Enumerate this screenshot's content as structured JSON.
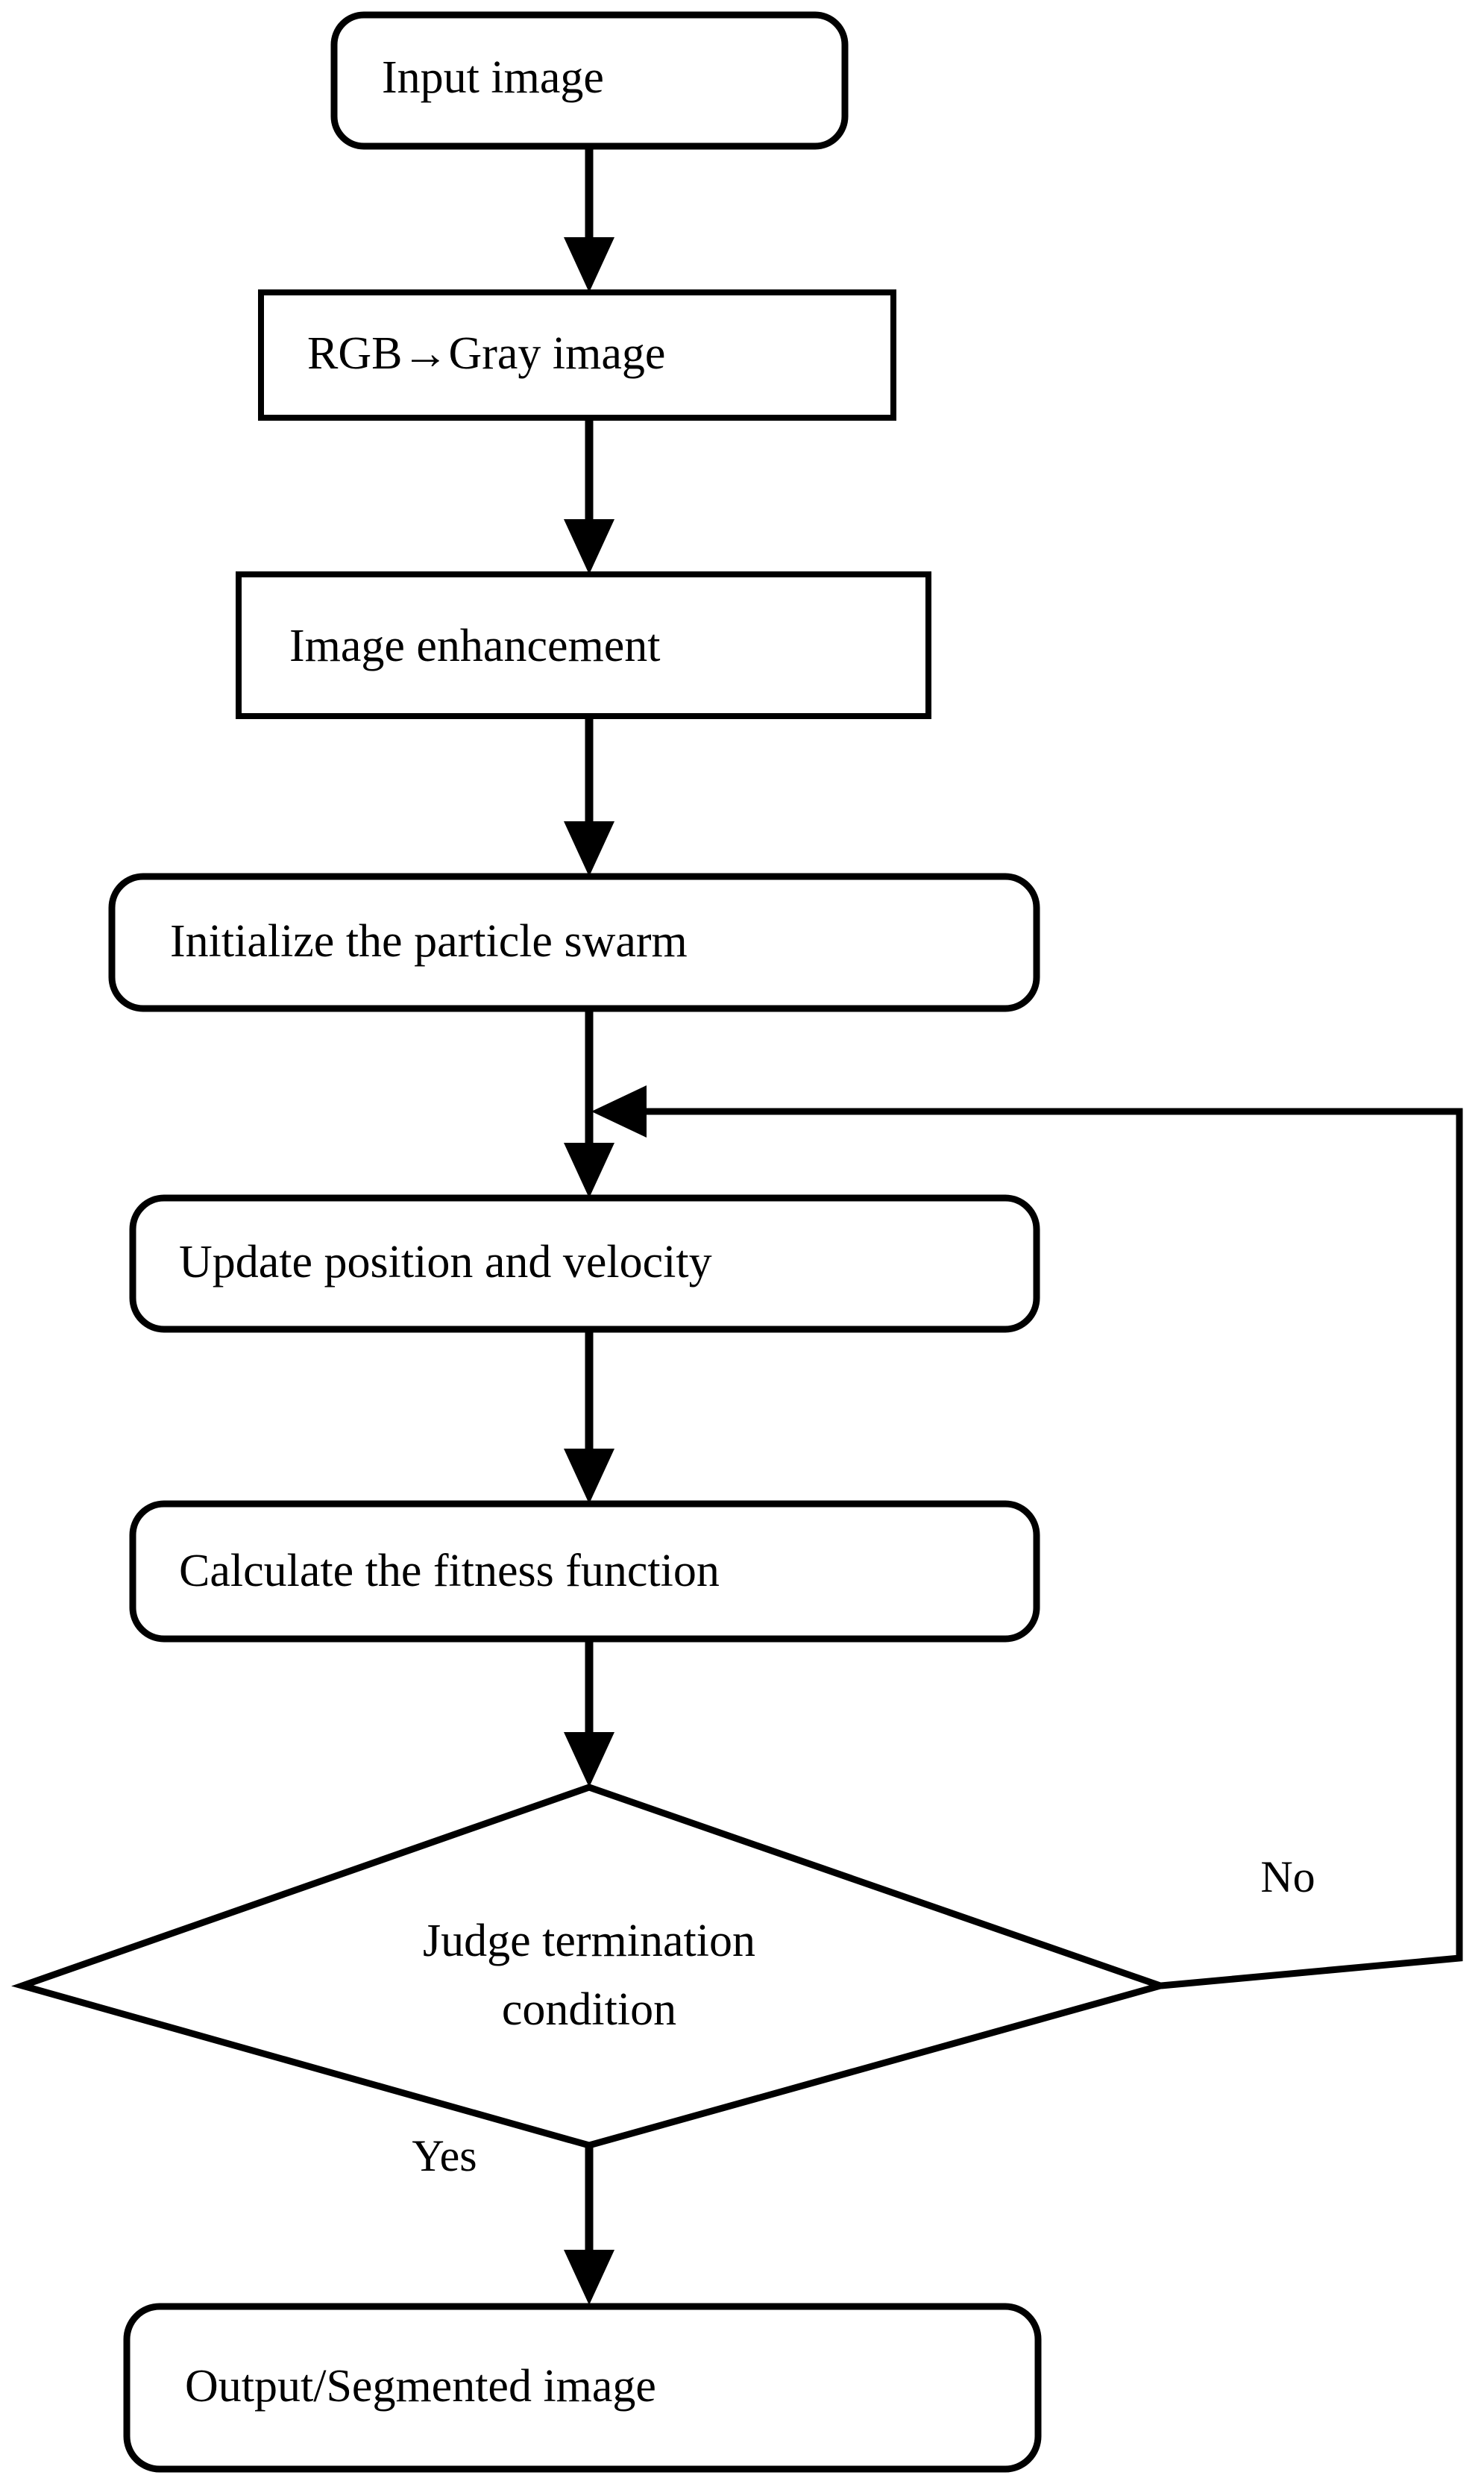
{
  "diagram": {
    "type": "flowchart",
    "title": "",
    "orientation": "top-to-bottom",
    "background_color": "#ffffff",
    "line_color": "#000000",
    "nodes": [
      {
        "id": "input",
        "label": "Input image",
        "shape": "rounded-rectangle"
      },
      {
        "id": "gray",
        "label": "RGB→Gray image",
        "shape": "rectangle"
      },
      {
        "id": "enhance",
        "label": "Image enhancement",
        "shape": "rectangle"
      },
      {
        "id": "init",
        "label": "Initialize the particle swarm",
        "shape": "rounded-rectangle"
      },
      {
        "id": "update",
        "label": "Update position and velocity",
        "shape": "rounded-rectangle"
      },
      {
        "id": "fitness",
        "label": "Calculate the fitness function",
        "shape": "rounded-rectangle"
      },
      {
        "id": "judge",
        "label_line1": "Judge termination",
        "label_line2": "condition",
        "label": "Judge termination condition",
        "shape": "diamond"
      },
      {
        "id": "output",
        "label": "Output/Segmented image",
        "shape": "rounded-rectangle"
      }
    ],
    "edges": [
      {
        "from": "input",
        "to": "gray",
        "label": ""
      },
      {
        "from": "gray",
        "to": "enhance",
        "label": ""
      },
      {
        "from": "enhance",
        "to": "init",
        "label": ""
      },
      {
        "from": "init",
        "to": "update",
        "label": ""
      },
      {
        "from": "update",
        "to": "fitness",
        "label": ""
      },
      {
        "from": "fitness",
        "to": "judge",
        "label": ""
      },
      {
        "from": "judge",
        "to": "output",
        "label": "Yes"
      },
      {
        "from": "judge",
        "to": "update",
        "label": "No"
      }
    ],
    "edge_labels": {
      "yes": "Yes",
      "no": "No"
    }
  }
}
